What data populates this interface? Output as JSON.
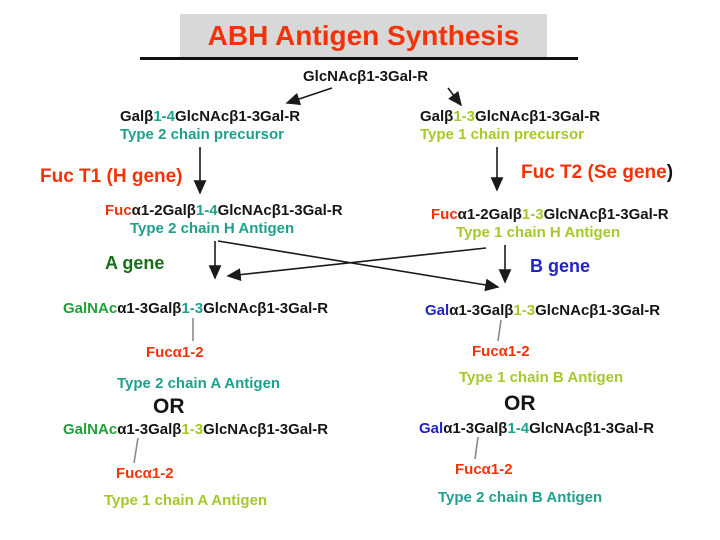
{
  "colors": {
    "red": "#F43208",
    "teal": "#1FA08D",
    "lime": "#A4C928",
    "green": "#21A038",
    "dark_green": "#176F16",
    "blue": "#2222CC",
    "black": "#151515",
    "title_bg": "#D8D8D8",
    "connector_gray": "#8A8A8A"
  },
  "title": "ABH Antigen Synthesis",
  "root_compound": "GlcNAcβ1-3Gal-R",
  "left": {
    "precursor": {
      "formula": [
        {
          "t": "Galβ",
          "c": "black"
        },
        {
          "t": "1-4",
          "c": "teal"
        },
        {
          "t": "GlcNAcβ1-3Gal-R",
          "c": "black"
        }
      ],
      "label": [
        {
          "t": "Type 2 chain precursor",
          "c": "teal"
        }
      ]
    },
    "enzyme": [
      {
        "t": "Fuc T1 (H gene)",
        "c": "red"
      }
    ],
    "h_antigen": {
      "formula": [
        {
          "t": "Fuc",
          "c": "red"
        },
        {
          "t": "α1-2Galβ",
          "c": "black"
        },
        {
          "t": "1-4",
          "c": "teal"
        },
        {
          "t": "GlcNAcβ1-3Gal-R",
          "c": "black"
        }
      ],
      "label": [
        {
          "t": "Type 2 chain H Antigen",
          "c": "teal"
        }
      ]
    },
    "gene": [
      {
        "t": "A gene",
        "c": "dark_green"
      }
    ],
    "product_top": {
      "formula": [
        {
          "t": "GalNAc",
          "c": "green"
        },
        {
          "t": "α1-3Galβ",
          "c": "black"
        },
        {
          "t": "1-3",
          "c": "teal"
        },
        {
          "t": "GlcNAcβ1-3Gal-R",
          "c": "black"
        }
      ],
      "fuc": [
        {
          "t": "Fucα1-2",
          "c": "red"
        }
      ],
      "label": [
        {
          "t": "Type 2 chain A Antigen",
          "c": "teal"
        }
      ]
    },
    "or": "OR",
    "product_bottom": {
      "formula": [
        {
          "t": "GalNAc",
          "c": "green"
        },
        {
          "t": "α1-3Galβ",
          "c": "black"
        },
        {
          "t": "1-3",
          "c": "lime"
        },
        {
          "t": "GlcNAcβ1-3Gal-R",
          "c": "black"
        }
      ],
      "fuc": [
        {
          "t": "Fucα1-2",
          "c": "red"
        }
      ],
      "label": [
        {
          "t": "Type 1 chain A Antigen",
          "c": "lime"
        }
      ]
    }
  },
  "right": {
    "precursor": {
      "formula": [
        {
          "t": "Galβ",
          "c": "black"
        },
        {
          "t": "1-3",
          "c": "lime"
        },
        {
          "t": "GlcNAcβ1-3Gal-R",
          "c": "black"
        }
      ],
      "label": [
        {
          "t": "Type 1 chain precursor",
          "c": "lime"
        }
      ]
    },
    "enzyme": [
      {
        "t": "Fuc T2 (Se gene",
        "c": "red"
      },
      {
        "t": ")",
        "c": "black"
      }
    ],
    "h_antigen": {
      "formula": [
        {
          "t": "Fuc",
          "c": "red"
        },
        {
          "t": "α1-2Galβ",
          "c": "black"
        },
        {
          "t": "1-3",
          "c": "lime"
        },
        {
          "t": "GlcNAcβ1-3Gal-R",
          "c": "black"
        }
      ],
      "label": [
        {
          "t": "Type 1 chain H Antigen",
          "c": "lime"
        }
      ]
    },
    "gene": [
      {
        "t": "B gene",
        "c": "blue"
      }
    ],
    "product_top": {
      "formula": [
        {
          "t": "Gal",
          "c": "blue"
        },
        {
          "t": "α1-3Galβ",
          "c": "black"
        },
        {
          "t": "1-3",
          "c": "lime"
        },
        {
          "t": "GlcNAcβ1-3Gal-R",
          "c": "black"
        }
      ],
      "fuc": [
        {
          "t": "Fucα1-2",
          "c": "red"
        }
      ],
      "label": [
        {
          "t": "Type 1 chain B Antigen",
          "c": "lime"
        }
      ]
    },
    "or": "OR",
    "product_bottom": {
      "formula": [
        {
          "t": "Gal",
          "c": "blue"
        },
        {
          "t": "α1-3Galβ",
          "c": "black"
        },
        {
          "t": "1-4",
          "c": "teal"
        },
        {
          "t": "GlcNAcβ1-3Gal-R",
          "c": "black"
        }
      ],
      "fuc": [
        {
          "t": "Fucα1-2",
          "c": "red"
        }
      ],
      "label": [
        {
          "t": "Type 2 chain B Antigen",
          "c": "teal"
        }
      ]
    }
  }
}
